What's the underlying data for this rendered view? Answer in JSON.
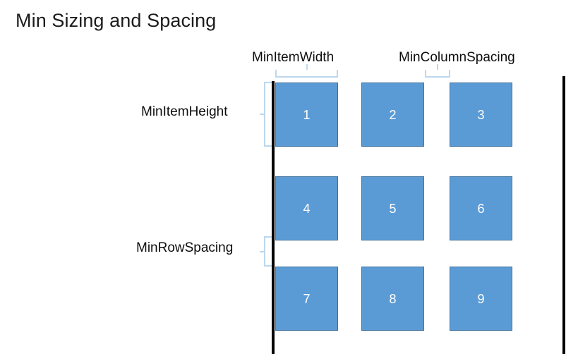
{
  "slide": {
    "title": "Min Sizing and Spacing",
    "background_color": "#ffffff"
  },
  "colors": {
    "item_fill": "#5b9bd5",
    "item_border": "#41719c",
    "item_text": "#ffffff",
    "brace": "#bdd7ee",
    "rail": "#000000",
    "label_text": "#0d0d0d",
    "title_text": "#1c1c1c"
  },
  "annotations": {
    "min_item_width": "MinItemWidth",
    "min_column_spacing": "MinColumnSpacing",
    "min_item_height": "MinItemHeight",
    "min_row_spacing": "MinRowSpacing"
  },
  "grid": {
    "rows": 3,
    "columns": 3,
    "items": [
      {
        "label": "1"
      },
      {
        "label": "2"
      },
      {
        "label": "3"
      },
      {
        "label": "4"
      },
      {
        "label": "5"
      },
      {
        "label": "6"
      },
      {
        "label": "7"
      },
      {
        "label": "8"
      },
      {
        "label": "9"
      }
    ]
  }
}
